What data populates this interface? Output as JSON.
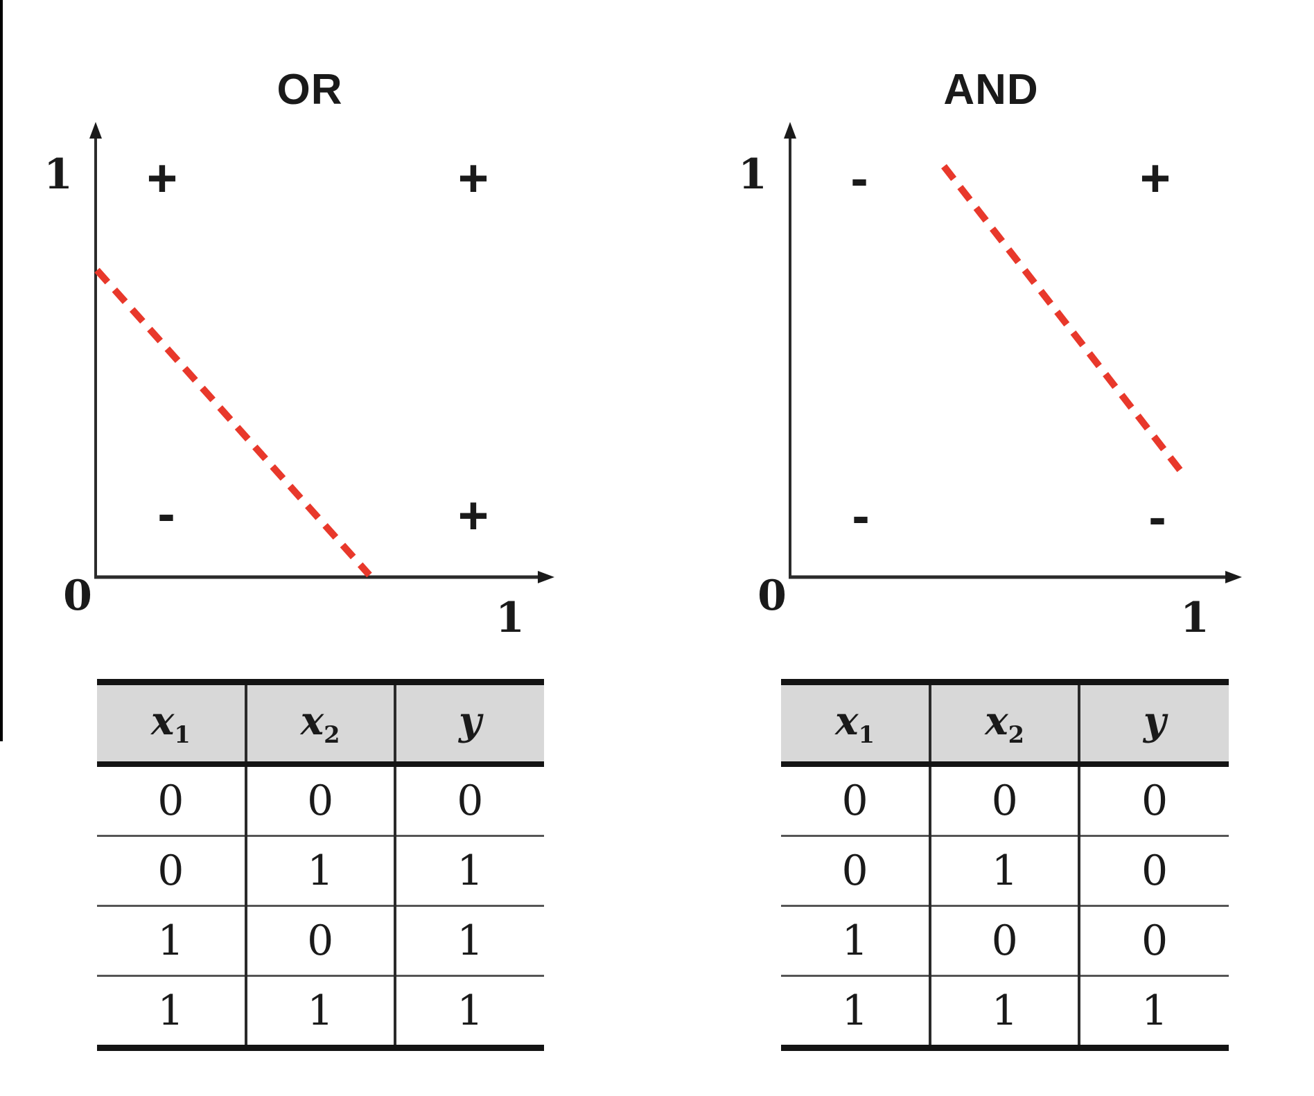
{
  "colors": {
    "boundary": "#e8382b",
    "axis": "#2b2b2b",
    "header_bg": "#d8d8d8",
    "ink": "#1a1a1a"
  },
  "figure": {
    "panels": [
      {
        "id": "or",
        "title": "OR",
        "axis": {
          "y_max": "1",
          "origin": "0",
          "x_max": "1"
        },
        "signs": {
          "top_left": "+",
          "top_right": "+",
          "bottom_left": "-",
          "bottom_right": "+"
        },
        "table": {
          "headers": [
            {
              "base": "x",
              "sub": "1"
            },
            {
              "base": "x",
              "sub": "2"
            },
            {
              "base": "y",
              "sub": ""
            }
          ],
          "rows": [
            [
              "0",
              "0",
              "0"
            ],
            [
              "0",
              "1",
              "1"
            ],
            [
              "1",
              "0",
              "1"
            ],
            [
              "1",
              "1",
              "1"
            ]
          ]
        }
      },
      {
        "id": "and",
        "title": "AND",
        "axis": {
          "y_max": "1",
          "origin": "0",
          "x_max": "1"
        },
        "signs": {
          "top_left": "-",
          "top_right": "+",
          "bottom_left": "-",
          "bottom_right": "-"
        },
        "table": {
          "headers": [
            {
              "base": "x",
              "sub": "1"
            },
            {
              "base": "x",
              "sub": "2"
            },
            {
              "base": "y",
              "sub": ""
            }
          ],
          "rows": [
            [
              "0",
              "0",
              "0"
            ],
            [
              "0",
              "1",
              "0"
            ],
            [
              "1",
              "0",
              "0"
            ],
            [
              "1",
              "1",
              "1"
            ]
          ]
        }
      }
    ]
  },
  "chart_data": [
    {
      "type": "line",
      "title": "OR",
      "xlim": [
        0,
        1
      ],
      "ylim": [
        0,
        1
      ],
      "grid": false,
      "series": [
        {
          "name": "decision-boundary",
          "style": "dashed",
          "color": "#e8382b",
          "x": [
            0.0,
            0.67
          ],
          "y": [
            0.76,
            0.0
          ]
        }
      ],
      "annotations": [
        {
          "text": "+",
          "x": 0.16,
          "y": 0.95
        },
        {
          "text": "+",
          "x": 0.92,
          "y": 0.95
        },
        {
          "text": "-",
          "x": 0.17,
          "y": 0.15
        },
        {
          "text": "+",
          "x": 0.92,
          "y": 0.15
        }
      ]
    },
    {
      "type": "line",
      "title": "AND",
      "xlim": [
        0,
        1
      ],
      "ylim": [
        0,
        1
      ],
      "grid": false,
      "series": [
        {
          "name": "decision-boundary",
          "style": "dashed",
          "color": "#e8382b",
          "x": [
            0.38,
            0.99
          ],
          "y": [
            1.0,
            0.25
          ]
        }
      ],
      "annotations": [
        {
          "text": "-",
          "x": 0.17,
          "y": 0.95
        },
        {
          "text": "+",
          "x": 0.91,
          "y": 0.95
        },
        {
          "text": "-",
          "x": 0.18,
          "y": 0.15
        },
        {
          "text": "-",
          "x": 0.91,
          "y": 0.15
        }
      ]
    },
    {
      "type": "table",
      "title": "OR truth table",
      "columns": [
        "x1",
        "x2",
        "y"
      ],
      "rows": [
        [
          0,
          0,
          0
        ],
        [
          0,
          1,
          1
        ],
        [
          1,
          0,
          1
        ],
        [
          1,
          1,
          1
        ]
      ]
    },
    {
      "type": "table",
      "title": "AND truth table",
      "columns": [
        "x1",
        "x2",
        "y"
      ],
      "rows": [
        [
          0,
          0,
          0
        ],
        [
          0,
          1,
          0
        ],
        [
          1,
          0,
          0
        ],
        [
          1,
          1,
          1
        ]
      ]
    }
  ]
}
